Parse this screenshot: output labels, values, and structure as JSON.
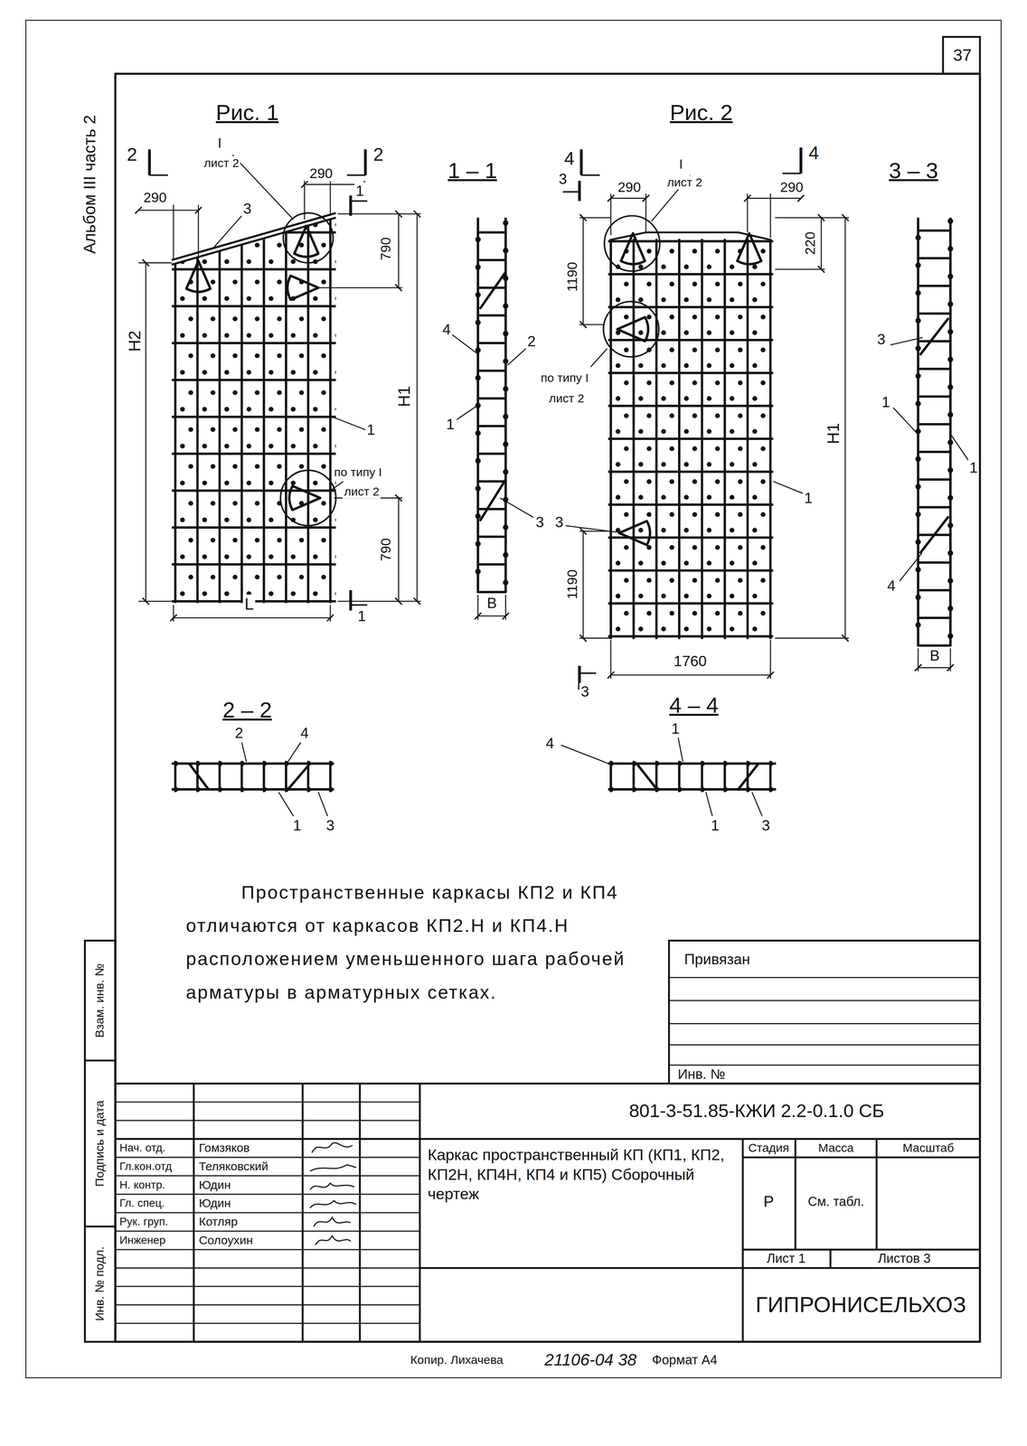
{
  "diagram": {
    "labels": [
      "37",
      "Альбом III часть 2",
      "Рис. 1",
      "Рис. 2",
      "1 – 1",
      "3 – 3",
      "2",
      "2",
      "I",
      "лист 2",
      "290",
      "290",
      "3",
      "1",
      "790",
      "Н2",
      "Н1",
      "1",
      "по типу I",
      "лист 2",
      "790",
      "L",
      "1",
      "4",
      "2",
      "по типу I",
      "лист 2",
      "1",
      "3",
      "В",
      "4",
      "4",
      "3",
      "290",
      "I",
      "лист 2",
      "290",
      "220",
      "1190",
      "Н1",
      "1",
      "3",
      "1190",
      "1760",
      "3",
      "3",
      "1",
      "1",
      "4",
      "В",
      "2 – 2",
      "2",
      "4",
      "1",
      "3",
      "4 – 4",
      "1",
      "4",
      "1",
      "3",
      "Пространственные каркасы КП2 и КП4 отличаются от каркасов КП2.Н и КП4.Н расположением уменьшенного шага рабочей арматуры в арматурных сетках.",
      "Привязан",
      "Инв. №",
      "Взам. инв. №",
      "Подпись и дата",
      "Инв. № подл.",
      "Нач. отд.",
      "Гомзяков",
      "Гл.кон.отд",
      "Теляковский",
      "Н. контр.",
      "Юдин",
      "Гл. спец.",
      "Юдин",
      "Рук. груп.",
      "Котляр",
      "Инженер",
      "Солоухин",
      "801-3-51.85-КЖИ 2.2-0.1.0 СБ",
      "Каркас пространственный КП (КП1, КП2, КП2Н, КП4Н, КП4 и КП5) Сборочный чертеж",
      "Стадия",
      "Масса",
      "Масштаб",
      "Р",
      "См. табл.",
      "Лист 1",
      "Листов 3",
      "ГИПРОНИСЕЛЬХОЗ",
      "Копир. Лихачева",
      "21106-04 38",
      "Формат А4"
    ]
  }
}
